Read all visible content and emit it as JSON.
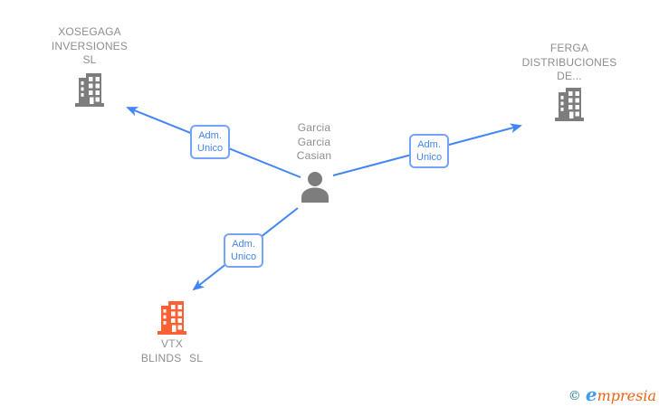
{
  "diagram_type": "corporate-relationship-graph",
  "nodes": {
    "person": {
      "line1": "Garcia",
      "line2": "Garcia",
      "line3": "Casian",
      "full_name": "Garcia Garcia Casian"
    },
    "xosegaga": {
      "line1": "XOSEGAGA",
      "line2": "INVERSIONES",
      "line3": "SL",
      "full_name": "XOSEGAGA INVERSIONES SL"
    },
    "ferga": {
      "line1": "FERGA",
      "line2": "DISTRIBUCIONES",
      "line3": "DE...",
      "full_name": "FERGA DISTRIBUCIONES DE..."
    },
    "vtx": {
      "line1": "VTX",
      "line2": "BLINDS SL",
      "full_name": "VTX BLINDS SL"
    }
  },
  "edges": {
    "to_xosegaga": {
      "line1": "Adm.",
      "line2": "Unico",
      "label": "Adm. Unico"
    },
    "to_ferga": {
      "line1": "Adm.",
      "line2": "Unico",
      "label": "Adm. Unico"
    },
    "to_vtx": {
      "line1": "Adm.",
      "line2": "Unico",
      "label": "Adm. Unico"
    }
  },
  "watermark": {
    "copyright": "©",
    "brand_initial": "e",
    "brand_rest": "mpresia"
  },
  "colors": {
    "edge_blue": "#4285f4",
    "label_border_blue": "#74a3f7",
    "label_text_blue": "#4285f4",
    "node_text_gray": "#8e8e8e",
    "icon_gray": "#7d7d7d",
    "highlight_building_orange": "#fb6134",
    "watermark_teal": "#2e7f8f",
    "watermark_blue": "#3d9df3",
    "watermark_orange": "#ee6312",
    "background": "#ffffff"
  }
}
